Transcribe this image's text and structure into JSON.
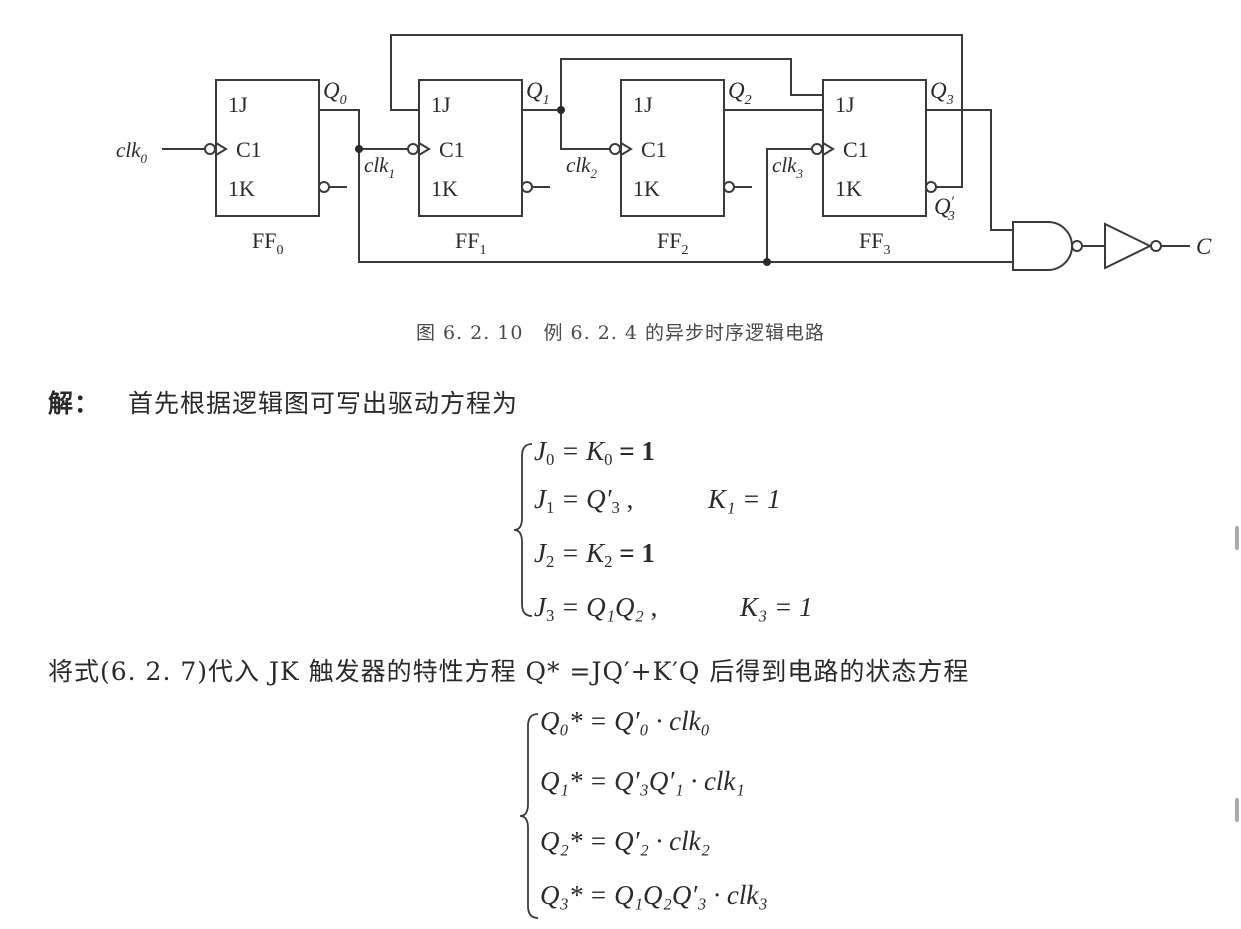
{
  "figure": {
    "flipflops": [
      {
        "name": "FF",
        "sub": "0",
        "j": "1J",
        "c": "C1",
        "k": "1K"
      },
      {
        "name": "FF",
        "sub": "1",
        "j": "1J",
        "c": "C1",
        "k": "1K"
      },
      {
        "name": "FF",
        "sub": "2",
        "j": "1J",
        "c": "C1",
        "k": "1K"
      },
      {
        "name": "FF",
        "sub": "3",
        "j": "1J",
        "c": "C1",
        "k": "1K"
      }
    ],
    "q_labels": [
      {
        "base": "Q",
        "sub": "0"
      },
      {
        "base": "Q",
        "sub": "1"
      },
      {
        "base": "Q",
        "sub": "2"
      },
      {
        "base": "Q",
        "sub": "3"
      }
    ],
    "q3_not_label": {
      "base": "Q",
      "sub": "3",
      "prime": "′"
    },
    "clk_labels": [
      {
        "base": "clk",
        "sub": "0"
      },
      {
        "base": "clk",
        "sub": "1"
      },
      {
        "base": "clk",
        "sub": "2"
      },
      {
        "base": "clk",
        "sub": "3"
      }
    ],
    "output_label": "C"
  },
  "caption": "图 6. 2. 10　例 6. 2. 4 的异步时序逻辑电路",
  "solution": {
    "label": "解：",
    "intro": "首先根据逻辑图可写出驱动方程为",
    "driving_equations": [
      {
        "left": "J",
        "lsub": "0",
        "mid": " = K",
        "msub": "0",
        "rhs": " = 1",
        "extra": ""
      },
      {
        "left": "J",
        "lsub": "1",
        "mid": " = Q′",
        "msub": "3",
        "rhs": " ,",
        "extra": "K₁ = 1"
      },
      {
        "left": "J",
        "lsub": "2",
        "mid": " = K",
        "msub": "2",
        "rhs": " = 1",
        "extra": ""
      },
      {
        "left": "J",
        "lsub": "3",
        "mid": " = Q₁Q₂",
        "msub": "",
        "rhs": " ,",
        "extra": "K₃ = 1"
      }
    ],
    "transition_text": "将式(6. 2. 7)代入 JK 触发器的特性方程 Q* =JQ′+K′Q 后得到电路的状态方程",
    "state_equations": [
      "Q₀* = Q′₀ · clk₀",
      "Q₁* = Q′₃Q′₁ · clk₁",
      "Q₂* = Q′₂ · clk₂",
      "Q₃* = Q₁Q₂Q′₃ · clk₃"
    ]
  }
}
